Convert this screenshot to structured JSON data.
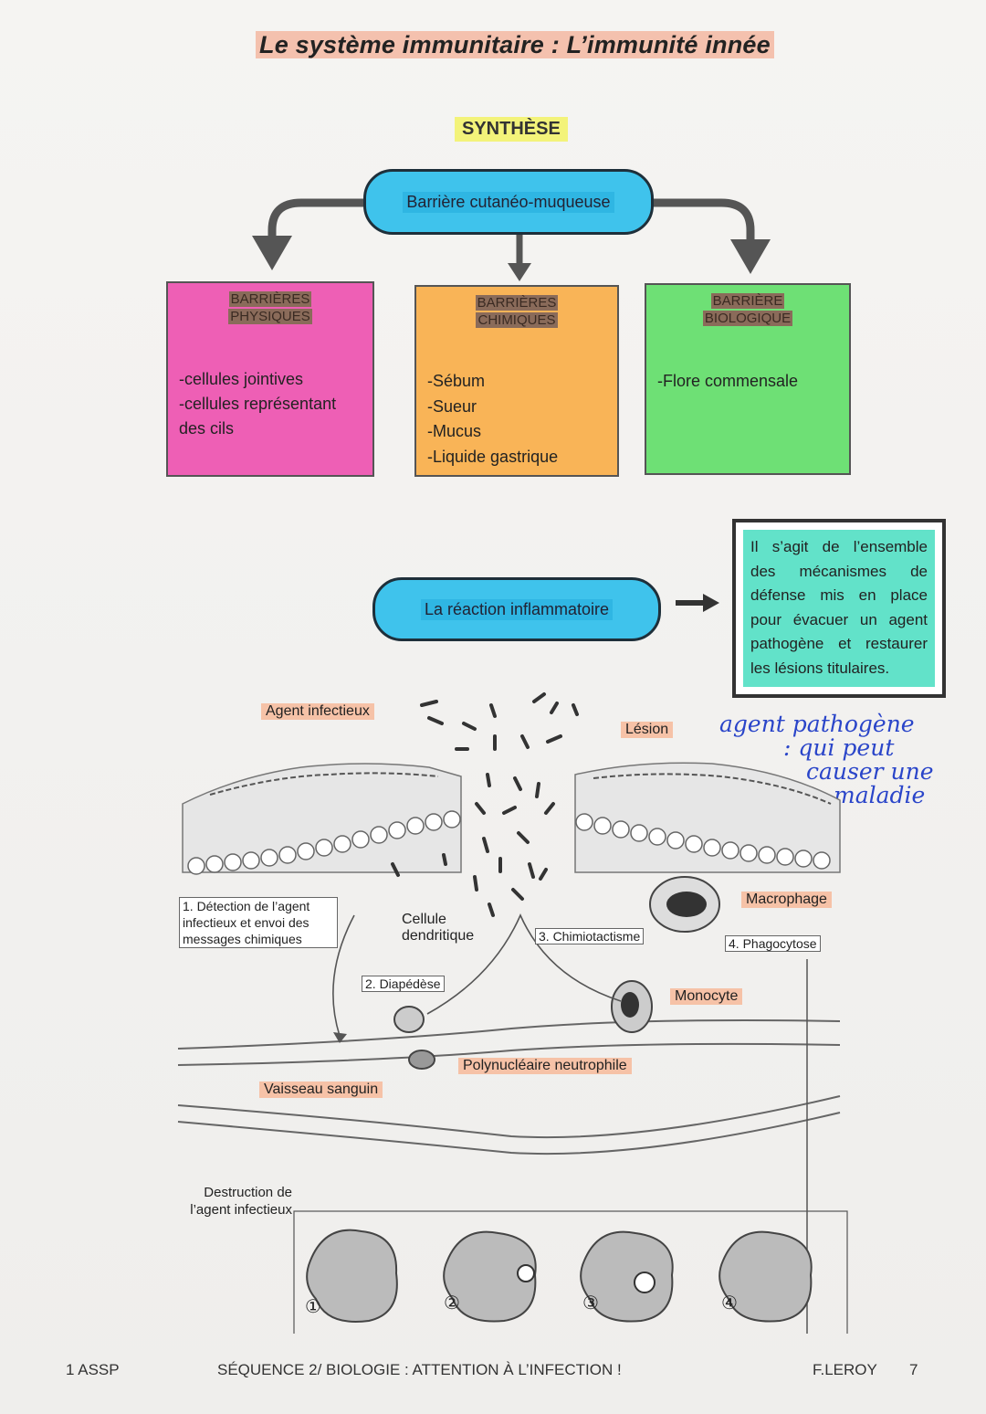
{
  "title": "Le système immunitaire : L’immunité innée",
  "synthese": "SYNTHÈSE",
  "barrier_pill": "Barrière cutanéo-muqueuse",
  "boxes": [
    {
      "head": [
        "BARRIÈRES",
        "PHYSIQUES"
      ],
      "items": [
        "-cellules jointives",
        "-cellules représentant",
        "des cils"
      ],
      "color": "#ee5fb5"
    },
    {
      "head": [
        "BARRIÈRES",
        "CHIMIQUES"
      ],
      "items": [
        "-Sébum",
        "-Sueur",
        "-Mucus",
        "-Liquide gastrique"
      ],
      "color": "#f9b457"
    },
    {
      "head": [
        "BARRIÈRE",
        "BIOLOGIQUE"
      ],
      "items": [
        "-Flore commensale"
      ],
      "color": "#6ee075"
    }
  ],
  "inflammation_pill": "La réaction inflammatoire",
  "inflammation_note": "Il s’agit de l’ensemble des mécanismes de défense mis en place pour évacuer un agent pathogène et restaurer les lésions titulaires.",
  "handwritten_note": [
    "agent pathogène",
    ": qui peut",
    "causer une",
    "maladie"
  ],
  "diagram": {
    "agent": "Agent infectieux",
    "lesion": "Lésion",
    "step1": "1. Détection de l’agent infectieux et envoi des messages chimiques",
    "dendritic": "Cellule dendritique",
    "step3": "3. Chimiotactisme",
    "macrophage": "Macrophage",
    "step4": "4. Phagocytose",
    "step2": "2. Diapédèse",
    "monocyte": "Monocyte",
    "neutrophil": "Polynucléaire neutrophile",
    "vessel": "Vaisseau sanguin",
    "destruction": "Destruction de l’agent infectieux",
    "stages": [
      "①",
      "②",
      "③",
      "④"
    ]
  },
  "footer": {
    "left": "1 ASSP",
    "center": "SÉQUENCE 2/ BIOLOGIE : ATTENTION À L’INFECTION !",
    "author": "F.LEROY",
    "page": "7"
  },
  "colors": {
    "cyan": "#3fc3ec",
    "salmon": "#f6c2a7",
    "teal": "#62e2c9",
    "ink": "#2a45c9"
  }
}
